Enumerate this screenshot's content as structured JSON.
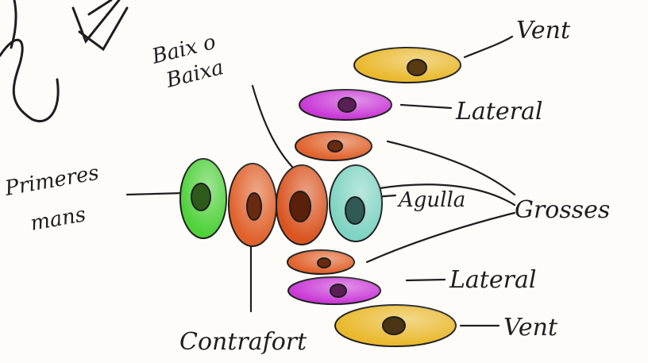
{
  "labels": {
    "baix_line1": "Baix o",
    "baix_line2": "Baixa",
    "vent_top": "Vent",
    "lateral_top": "Lateral",
    "grosses": "Grosses",
    "agulla": "Agulla",
    "primeres_line1": "Primeres",
    "primeres_line2": "mans",
    "lateral_bottom": "Lateral",
    "contrafort": "Contrafort",
    "vent_bottom": "Vent"
  },
  "colors": {
    "vent": "#e9b82c",
    "lateral": "#c938d6",
    "grosses": "#e0612a",
    "contrafort": "#e0612a",
    "baix": "#d9541f",
    "agulla": "#7fd3c2",
    "primeres_mans": "#4fd13a",
    "ink": "#1e1e1e",
    "background": "#fdfcf8"
  }
}
